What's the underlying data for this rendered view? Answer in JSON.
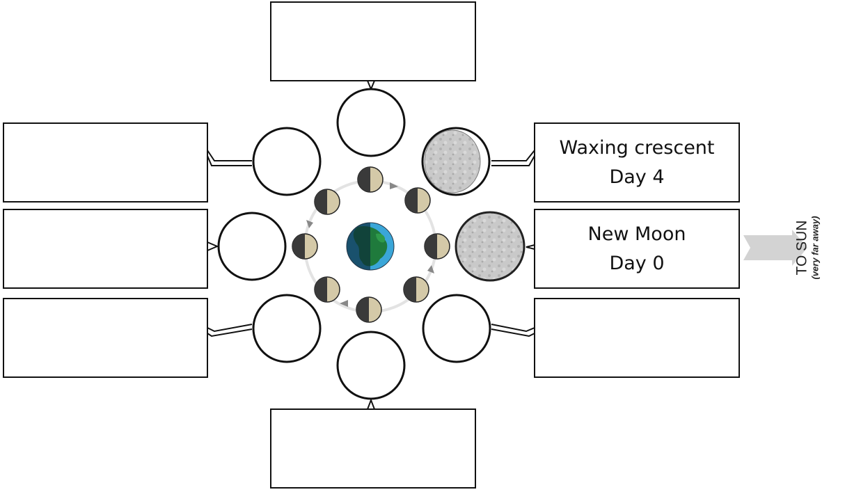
{
  "labels": {
    "top": {
      "line1": "",
      "line2": ""
    },
    "upper_right": {
      "line1": "Waxing crescent",
      "line2": "Day 4"
    },
    "right": {
      "line1": "New Moon",
      "line2": "Day 0"
    },
    "lower_right": {
      "line1": "",
      "line2": ""
    },
    "bottom": {
      "line1": "",
      "line2": ""
    },
    "lower_left": {
      "line1": "",
      "line2": ""
    },
    "left": {
      "line1": "",
      "line2": ""
    },
    "upper_left": {
      "line1": "",
      "line2": ""
    }
  },
  "sun": {
    "label": "TO SUN",
    "note": "(very far away)"
  },
  "colors": {
    "outline": "#111111",
    "arrow": "#d3d3d3",
    "moon_gray": "#c9c9c9",
    "earth_ocean": "#2a6c8f",
    "earth_land": "#1f7a3c"
  }
}
